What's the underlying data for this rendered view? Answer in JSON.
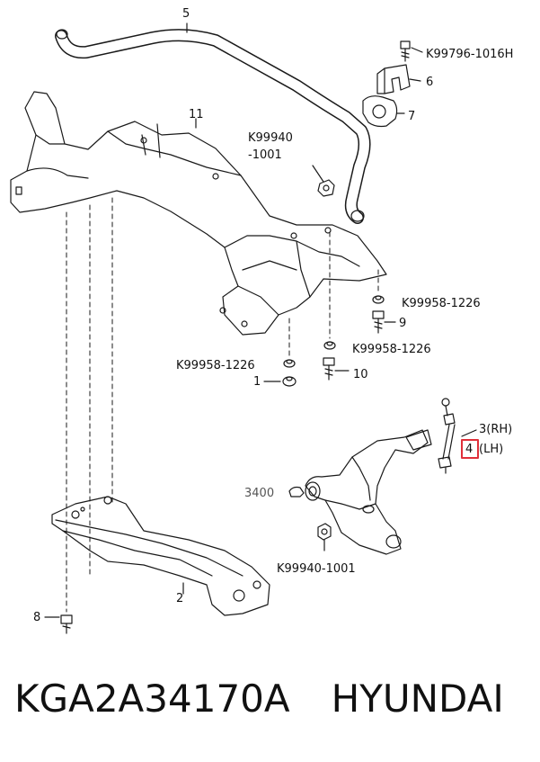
{
  "labels": {
    "p5": "5",
    "k99796": "K99796-1016H",
    "p6": "6",
    "p7": "7",
    "p11": "11",
    "k99940a1": "K99940",
    "k99940a2": "-1001",
    "k99958a": "K99958-1226",
    "p9": "9",
    "k99958b": "K99958-1226",
    "k99958c": "K99958-1226",
    "p10": "10",
    "p1": "1",
    "p3": "3(RH)",
    "p4a": "4",
    "p4b": "(LH)",
    "p3400": "3400",
    "k99940b": "K99940-1001",
    "p2": "2",
    "p8": "8"
  },
  "footer": {
    "part_number": "KGA2A34170A",
    "brand": "HYUNDAI"
  },
  "colors": {
    "line": "#1a1a1a",
    "highlight": "#e0303a",
    "text": "#111111",
    "muted": "#555555"
  }
}
